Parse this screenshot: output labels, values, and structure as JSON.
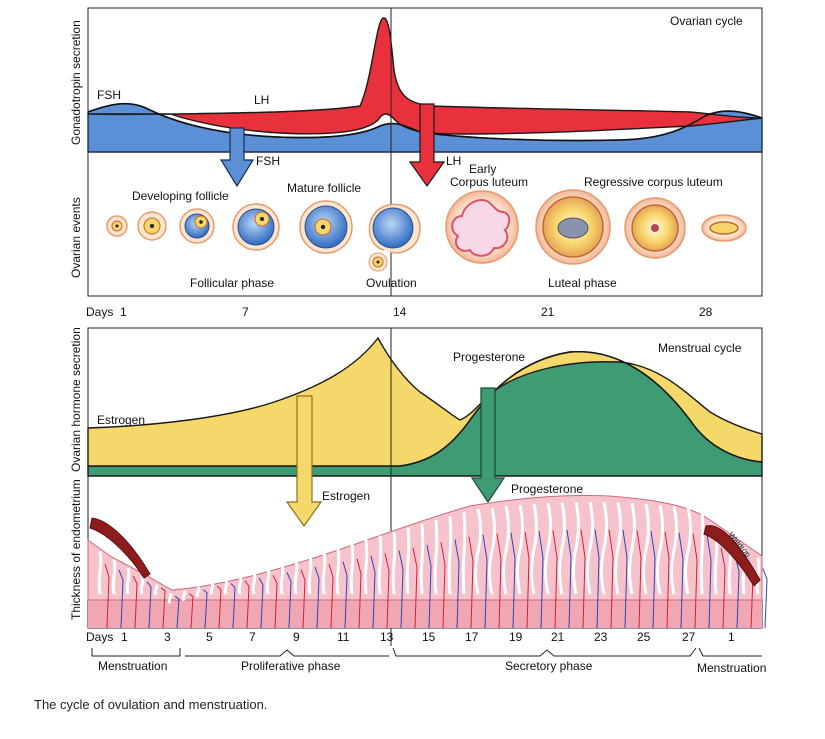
{
  "caption": "The cycle of ovulation and menstruation.",
  "ovarian_panel": {
    "title": "Ovarian cycle",
    "axis_label_gonadotropin": "Gonadotropin secretion",
    "axis_label_events": "Ovarian events",
    "fsh_label": "FSH",
    "lh_label": "LH",
    "fsh_arrow_label": "FSH",
    "lh_arrow_label": "LH",
    "developing_follicle": "Developing follicle",
    "mature_follicle": "Mature follicle",
    "early_corpus_luteum_line1": "Early",
    "early_corpus_luteum_line2": "Corpus luteum",
    "regressive_corpus_luteum": "Regressive corpus luteum",
    "follicular_phase": "Follicular phase",
    "ovulation": "Ovulation",
    "luteal_phase": "Luteal phase"
  },
  "days_top": {
    "label": "Days",
    "ticks": [
      "1",
      "7",
      "14",
      "21",
      "28"
    ]
  },
  "menstrual_panel": {
    "title": "Menstrual cycle",
    "axis_label_hormone": "Ovarian hormone secretion",
    "axis_label_endometrium": "Thickness of endometrium",
    "estrogen_label": "Estrogen",
    "progesterone_label": "Progesterone",
    "estrogen_arrow_label": "Estrogen",
    "progesterone_arrow_label": "Progesterone",
    "signature": "Waldrop"
  },
  "days_bottom": {
    "label": "Days",
    "ticks": [
      "1",
      "3",
      "5",
      "7",
      "9",
      "11",
      "13",
      "15",
      "17",
      "19",
      "21",
      "23",
      "25",
      "27",
      "1"
    ]
  },
  "phases": {
    "menstruation": "Menstruation",
    "proliferative": "Proliferative phase",
    "secretory": "Secretory phase",
    "menstruation_next": "Menstruation"
  },
  "colors": {
    "fsh": "#5b8fd6",
    "lh": "#e8313c",
    "estrogen": "#f5d86a",
    "progesterone": "#3e9b74",
    "endometrium": "#f4b9c2",
    "follicle": "#f6d66b",
    "corpus_luteum": "#f3c7a9"
  }
}
